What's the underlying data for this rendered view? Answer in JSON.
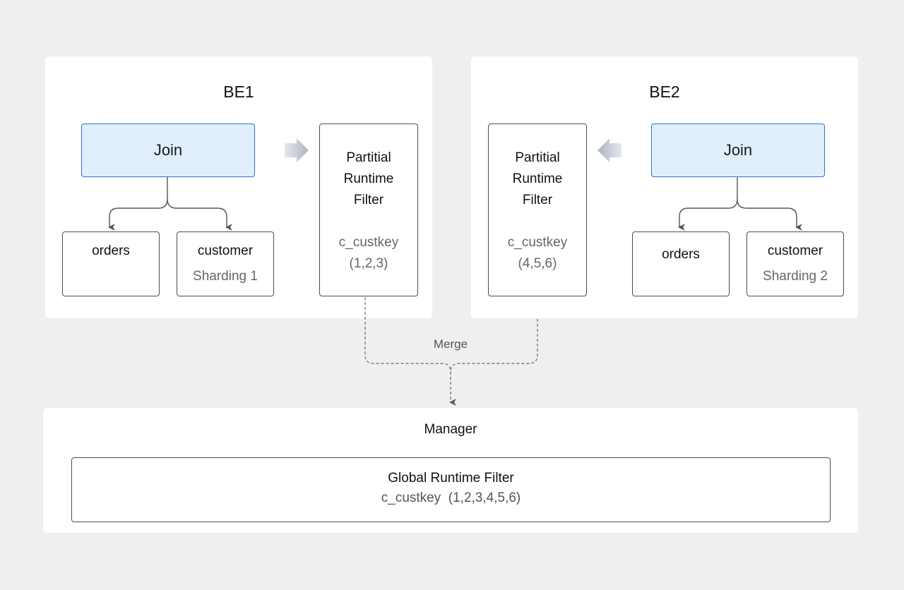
{
  "be1": {
    "title": "BE1",
    "join": "Join",
    "orders": "orders",
    "customer": "customer",
    "sharding": "Sharding 1",
    "filter": {
      "line1": "Partitial",
      "line2": "Runtime",
      "line3": "Filter",
      "key": "c_custkey",
      "values": "(1,2,3)"
    }
  },
  "be2": {
    "title": "BE2",
    "join": "Join",
    "orders": "orders",
    "customer": "customer",
    "sharding": "Sharding 2",
    "filter": {
      "line1": "Partitial",
      "line2": "Runtime",
      "line3": "Filter",
      "key": "c_custkey",
      "values": "(4,5,6)"
    }
  },
  "merge_label": "Merge",
  "manager": {
    "title": "Manager",
    "global_title": "Global Runtime Filter",
    "global_values": "c_custkey  (1,2,3,4,5,6)"
  },
  "colors": {
    "background": "#efeff1",
    "join_fill": "#e1eefc",
    "join_border": "#2f6fd6",
    "arrow_fill": "#c3c7d1"
  }
}
